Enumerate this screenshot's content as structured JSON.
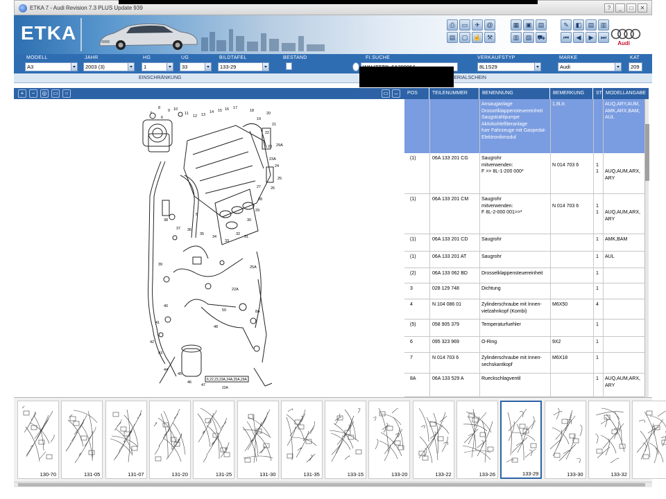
{
  "window": {
    "title": "ETKA 7 - Audi Revision 7.3 PLUS Update 939",
    "controls": [
      "?",
      "_",
      "□",
      "✕"
    ]
  },
  "header": {
    "logo": "ETKA",
    "brand": "Audi",
    "toolbar_icons": [
      "print-icon",
      "book-icon",
      "catalog-icon",
      "note-icon",
      "info-icon",
      "monitor-icon",
      "hand-icon",
      "tool-icon",
      "table-icon",
      "cart-icon",
      "image-icon",
      "folder-icon",
      "pin-icon",
      "first-icon",
      "page-icon",
      "page-next-icon",
      "prev-icon",
      "prev2-icon",
      "play-icon",
      "last-icon"
    ]
  },
  "fields": {
    "modell": {
      "label": "MODELL",
      "value": "A3"
    },
    "jahr": {
      "label": "JAHR",
      "value": "2003 (3)"
    },
    "hg": {
      "label": "HG",
      "value": "1"
    },
    "ug": {
      "label": "UG",
      "value": "33"
    },
    "bildtafel": {
      "label": "BILDTAFEL",
      "value": "133-29"
    },
    "bestand": {
      "label": "BESTAND",
      "value": ""
    },
    "fisuche": {
      "label": "FI.SUCHE",
      "value": "WAUZZZ8L 6A200064"
    },
    "verkaufstyp": {
      "label": "VERKAUFSTYP",
      "value": "8L1S29"
    },
    "marke": {
      "label": "MARKE",
      "value": "Audi"
    },
    "kat": {
      "label": "KAT",
      "value": "209"
    }
  },
  "einschraenkung": "EINSCHRÄNKUNG",
  "materialschein": "MATERIALSCHEIN",
  "grid": {
    "headers": [
      "POS",
      "TEILENUMMER",
      "BENENNUNG",
      "BEMERKUNG",
      "ST",
      "MODELLANGABE"
    ],
    "header_row": {
      "benennung": [
        "Ansauganlage",
        "Drosselklappensteuereinheit",
        "Saugstrahlpumpe",
        "Aktivkohlefilteranlage",
        "fuer Fahrzeuge mit Gaspedal-",
        "Elektronikmodul"
      ],
      "bemerkung": "1,8Ltr.",
      "modell": [
        "AUQ,ARY,AUM,",
        "AMK,ARX,BAM,",
        "AUL"
      ]
    },
    "rows": [
      {
        "pos": "(1)",
        "teil": "06A  133  201  CG",
        "ben": [
          "Saugrohr",
          "                mitverwenden:",
          "F        >> 8L-1-200 000*"
        ],
        "bem": [
          "",
          "N   014 703 6",
          ""
        ],
        "st": [
          "",
          "1",
          "1"
        ],
        "mod": [
          "",
          "",
          "AUQ,AUM,ARX,",
          "ARY"
        ]
      },
      {
        "pos": "(1)",
        "teil": "06A  133  201  CM",
        "ben": [
          "Saugrohr",
          "                mitverwenden:",
          "F 8L-2-000 001>>*"
        ],
        "bem": [
          "",
          "N   014 703 6",
          ""
        ],
        "st": [
          "",
          "1",
          "1"
        ],
        "mod": [
          "",
          "",
          "AUQ,AUM,ARX,",
          "ARY"
        ]
      },
      {
        "pos": "(1)",
        "teil": "06A  133  201  CD",
        "ben": [
          "Saugrohr"
        ],
        "bem": [
          ""
        ],
        "st": [
          "1"
        ],
        "mod": [
          "AMK,BAM"
        ]
      },
      {
        "pos": "(1)",
        "teil": "06A  133  201  AT",
        "ben": [
          "Saugrohr"
        ],
        "bem": [
          ""
        ],
        "st": [
          "1"
        ],
        "mod": [
          "AUL"
        ]
      },
      {
        "pos": "(2)",
        "teil": "06A  133  062  BD",
        "ben": [
          "Drosselklappensteuereinheit"
        ],
        "bem": [
          ""
        ],
        "st": [
          "1"
        ],
        "mod": [
          ""
        ]
      },
      {
        "pos": "3",
        "teil": "028  129  748",
        "ben": [
          "Dichtung"
        ],
        "bem": [
          ""
        ],
        "st": [
          "1"
        ],
        "mod": [
          ""
        ]
      },
      {
        "pos": "4",
        "teil": "N     104  086  01",
        "ben": [
          "Zylinderschraube mit Innen-",
          "vielzahnkopf (Kombi)"
        ],
        "bem": [
          "M6X50"
        ],
        "st": [
          "4"
        ],
        "mod": [
          ""
        ]
      },
      {
        "pos": "(5)",
        "teil": "058  905  379",
        "ben": [
          "Temperaturfuehler"
        ],
        "bem": [
          ""
        ],
        "st": [
          "1"
        ],
        "mod": [
          ""
        ]
      },
      {
        "pos": "6",
        "teil": "095  323  969",
        "ben": [
          "O-Ring"
        ],
        "bem": [
          "9X2"
        ],
        "st": [
          "1"
        ],
        "mod": [
          ""
        ]
      },
      {
        "pos": "7",
        "teil": "N     014  703  6",
        "ben": [
          "Zylinderschraube mit Innen-",
          "sechskantkopf"
        ],
        "bem": [
          "M6X18"
        ],
        "st": [
          "1"
        ],
        "mod": [
          ""
        ]
      },
      {
        "pos": "8A",
        "teil": "06A  133  529  A",
        "ben": [
          "Rueckschlagventil"
        ],
        "bem": [
          ""
        ],
        "st": [
          "1"
        ],
        "mod": [
          "AUQ,AUM,ARX,",
          "ARY"
        ]
      }
    ]
  },
  "drawing": {
    "callouts": [
      "6",
      "7",
      "8",
      "9",
      "10",
      "11",
      "12",
      "13",
      "14",
      "15",
      "16",
      "17",
      "18",
      "19",
      "20",
      "21",
      "22",
      "23",
      "23A",
      "24",
      "25",
      "26",
      "27",
      "28",
      "29",
      "30",
      "31",
      "32",
      "33",
      "34",
      "35",
      "36",
      "37",
      "38",
      "39",
      "40",
      "41",
      "42",
      "43",
      "44",
      "45",
      "46",
      "47",
      "48",
      "50",
      "22A",
      "25A",
      "29A",
      "8A",
      "5"
    ],
    "ref_label": "6,22,23,23A,24A,25A,29A",
    "ref_sub": "22A"
  },
  "thumbnails": [
    {
      "label": "130-70"
    },
    {
      "label": "131-05"
    },
    {
      "label": "131-07"
    },
    {
      "label": "131-20"
    },
    {
      "label": "131-25"
    },
    {
      "label": "131-30"
    },
    {
      "label": "131-35"
    },
    {
      "label": "133-15"
    },
    {
      "label": "133-20"
    },
    {
      "label": "133-22"
    },
    {
      "label": "133-26"
    },
    {
      "label": "133-29",
      "selected": true
    },
    {
      "label": "133-30"
    },
    {
      "label": "133-32"
    },
    {
      "label": ""
    }
  ]
}
